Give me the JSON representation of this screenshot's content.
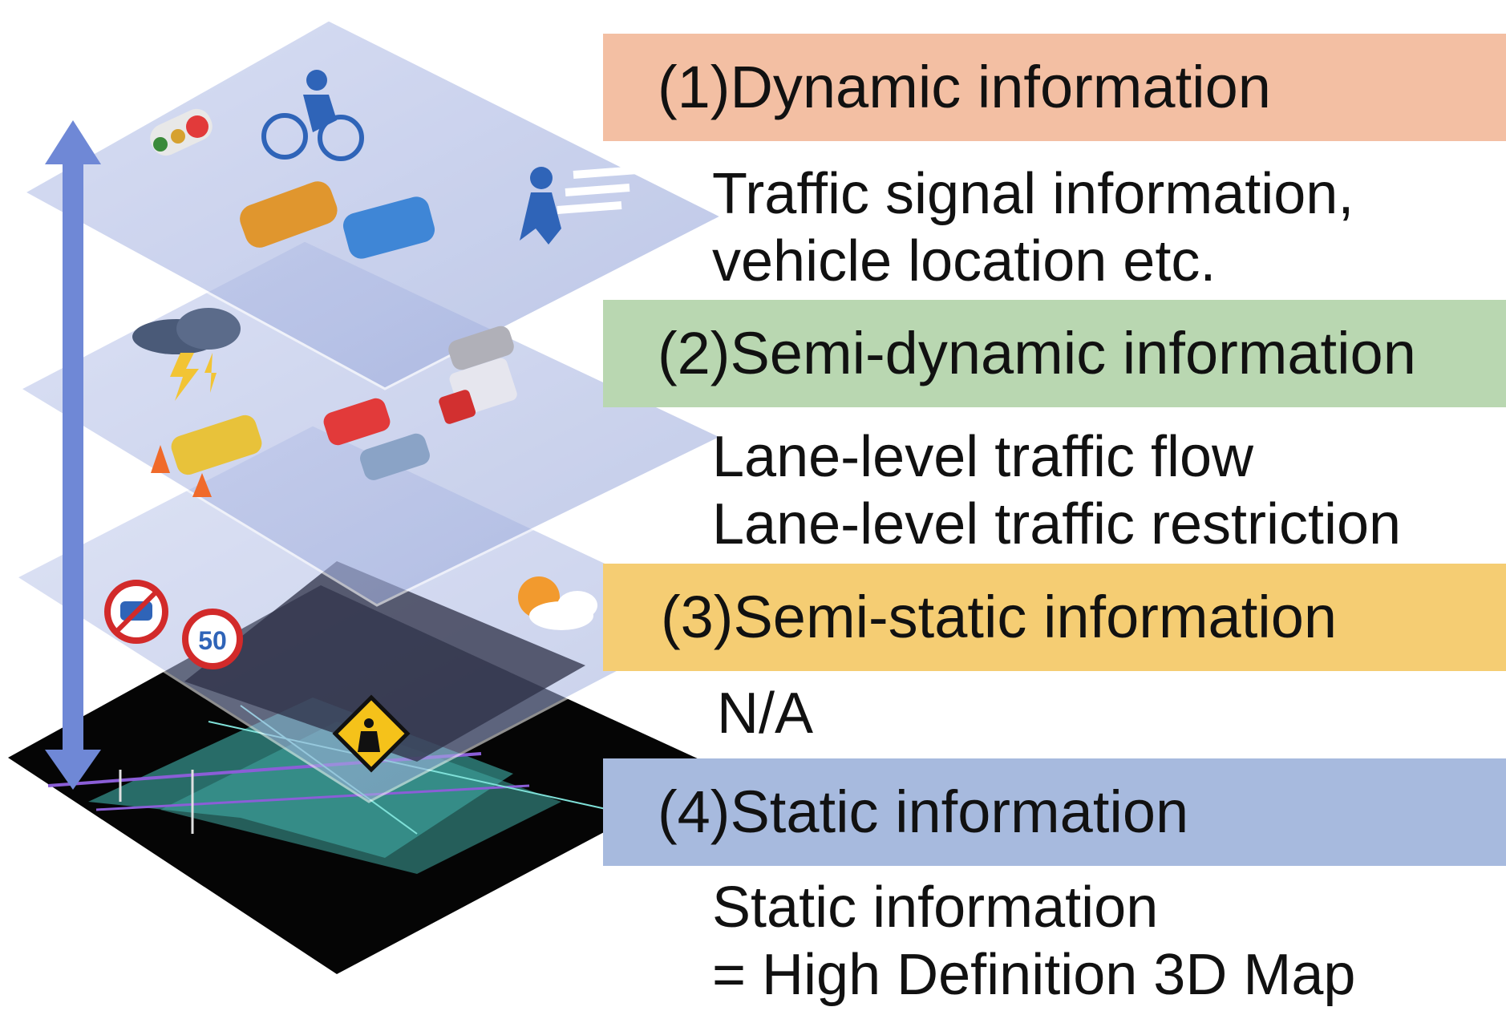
{
  "layers": [
    {
      "heading": "(1)Dynamic information",
      "lines": [
        "Traffic signal information,",
        "vehicle location etc."
      ],
      "color": "#f3bfa3"
    },
    {
      "heading": "(2)Semi-dynamic information",
      "lines": [
        "Lane-level traffic flow",
        "Lane-level traffic restriction"
      ],
      "color": "#b9d7b1"
    },
    {
      "heading": "(3)Semi-static information",
      "lines": [
        "N/A"
      ],
      "color": "#f5cd73"
    },
    {
      "heading": "(4)Static information",
      "lines": [
        "Static information",
        "= High Definition 3D Map"
      ],
      "color": "#a7bade"
    }
  ],
  "speed_sign": "50",
  "icons": [
    "traffic-light-icon",
    "cyclist-icon",
    "car-icon",
    "pedestrian-icon",
    "storm-cloud-icon",
    "traffic-cone-icon",
    "no-entry-sign-icon",
    "speed-limit-sign-icon",
    "sun-cloud-icon",
    "roadwork-sign-icon",
    "vertical-arrow-icon"
  ]
}
